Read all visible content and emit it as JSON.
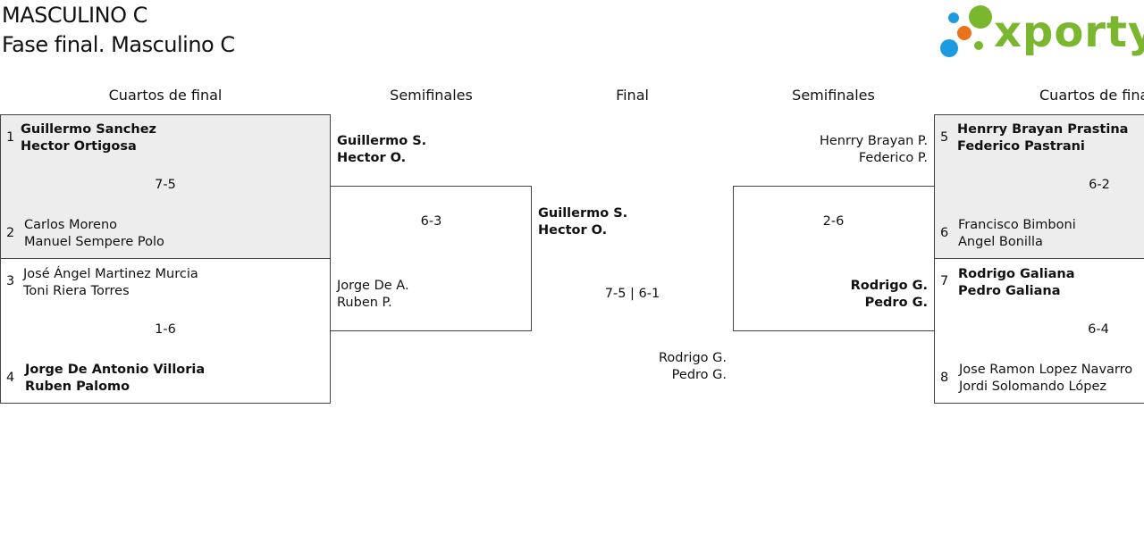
{
  "header": {
    "title": "MASCULINO C",
    "subtitle": "Fase final. Masculino C"
  },
  "logo": {
    "text": "xporty",
    "colors": {
      "green": "#7ab72e",
      "blue": "#1e9be0",
      "orange": "#e9731c"
    }
  },
  "rounds": {
    "left_quarters": "Cuartos de final",
    "left_semis": "Semifinales",
    "final": "Final",
    "right_semis": "Semifinales",
    "right_quarters": "Cuartos de final"
  },
  "left_quarters": {
    "match1": {
      "seed_a": "1",
      "team_a": [
        "Guillermo Sanchez",
        "Hector Ortigosa"
      ],
      "score": "7-5",
      "seed_b": "2",
      "team_b": [
        "Carlos Moreno",
        "Manuel Sempere Polo"
      ]
    },
    "match2": {
      "seed_a": "3",
      "team_a": [
        "José Ángel Martinez Murcia",
        "Toni Riera Torres"
      ],
      "score": "1-6",
      "seed_b": "4",
      "team_b": [
        "Jorge De Antonio Villoria",
        "Ruben Palomo"
      ]
    }
  },
  "left_semi": {
    "team_a": [
      "Guillermo S.",
      "Hector O."
    ],
    "score": "6-3",
    "team_b": [
      "Jorge De A.",
      "Ruben P."
    ]
  },
  "final": {
    "team_a": [
      "Guillermo S.",
      "Hector O."
    ],
    "score": "7-5 | 6-1",
    "team_b": [
      "Rodrigo G.",
      "Pedro G."
    ]
  },
  "right_semi": {
    "team_a": [
      "Henrry Brayan P.",
      "Federico P."
    ],
    "score": "2-6",
    "team_b": [
      "Rodrigo G.",
      "Pedro G."
    ]
  },
  "right_quarters": {
    "match1": {
      "seed_a": "5",
      "team_a": [
        "Henrry Brayan Prastina",
        "Federico Pastrani"
      ],
      "score": "6-2",
      "seed_b": "6",
      "team_b": [
        "Francisco Bimboni",
        "Angel Bonilla"
      ]
    },
    "match2": {
      "seed_a": "7",
      "team_a": [
        "Rodrigo Galiana",
        "Pedro Galiana"
      ],
      "score": "6-4",
      "seed_b": "8",
      "team_b": [
        "Jose Ramon Lopez Navarro",
        "Jordi Solomando López"
      ]
    }
  }
}
